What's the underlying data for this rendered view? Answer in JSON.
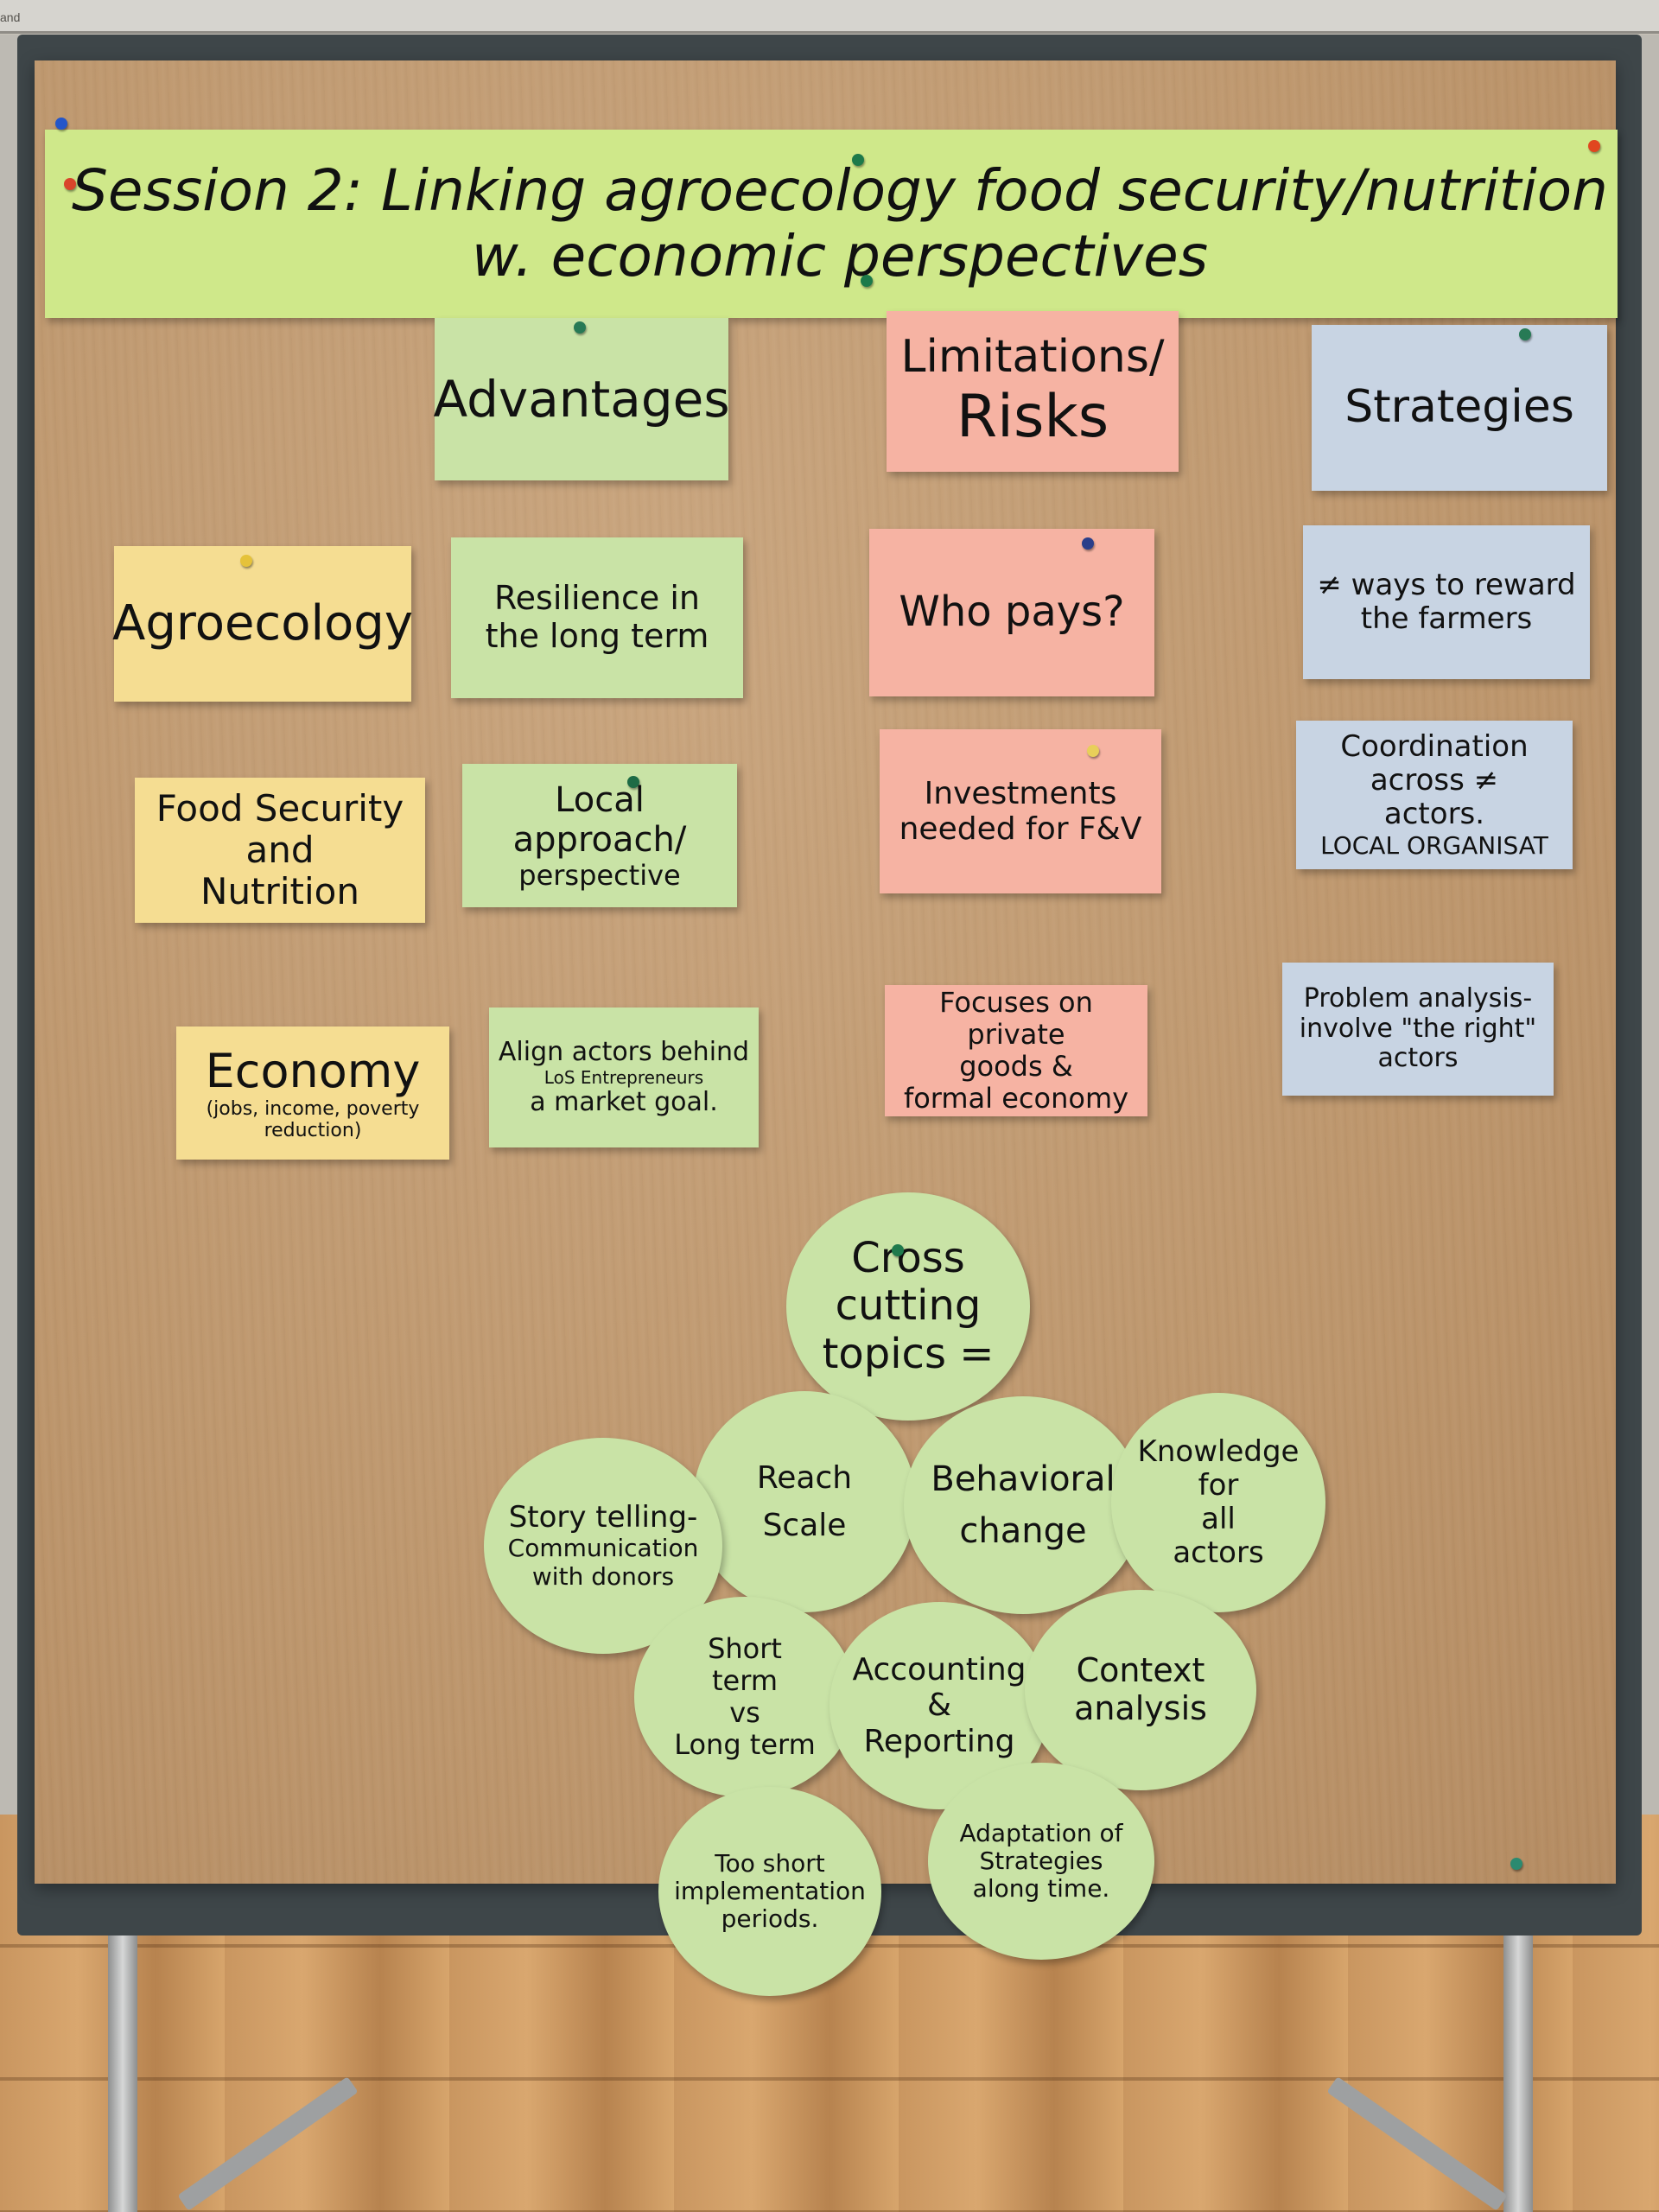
{
  "topbar": {
    "text": "and"
  },
  "title": "Session 2: Linking agroecology food security/nutrition w. economic perspectives",
  "headers": {
    "advantages": "Advantages",
    "limitations": [
      "Limitations/",
      "Risks"
    ],
    "strategies": "Strategies"
  },
  "rows": {
    "agroecology": "Agroecology",
    "food_security": [
      "Food Security",
      "and",
      "Nutrition"
    ],
    "economy": "Economy",
    "economy_sub": "(jobs, income, poverty reduction)"
  },
  "advantages": {
    "a1": [
      "Resilience in",
      "the long term"
    ],
    "a2": [
      "Local",
      "approach/",
      "perspective"
    ],
    "a3": [
      "Align actors behind",
      "LoS Entrepreneurs",
      "a market goal."
    ]
  },
  "limitations": {
    "l1": "Who pays?",
    "l2": [
      "Investments",
      "needed for F&V"
    ],
    "l3": [
      "Focuses on private",
      "goods &",
      "formal economy"
    ]
  },
  "strategies": {
    "s1": [
      "≠ ways to reward",
      "the farmers"
    ],
    "s2": [
      "Coordination",
      "across ≠",
      "actors.",
      "LOCAL ORGANISAT"
    ],
    "s3": [
      "Problem analysis-",
      "involve \"the right\"",
      "actors"
    ]
  },
  "circles": {
    "cross": [
      "Cross",
      "cutting",
      "topics ="
    ],
    "reach": [
      "Reach",
      "Scale"
    ],
    "behavioral": [
      "Behavioral",
      "change"
    ],
    "knowledge": [
      "Knowledge",
      "for",
      "all",
      "actors"
    ],
    "story": [
      "Story telling-",
      "Communication",
      "with donors"
    ],
    "short": [
      "Short",
      "term",
      "vs",
      "Long term"
    ],
    "accounting": [
      "Accounting",
      "&",
      "Reporting"
    ],
    "context": [
      "Context",
      "analysis"
    ],
    "implementation": [
      "Too short",
      "implementation",
      "periods."
    ],
    "adaptation": [
      "Adaptation of",
      "Strategies",
      "along time."
    ]
  },
  "colors": {
    "green": "#c9e3a6",
    "pink": "#f6b3a3",
    "blue": "#c8d4e3",
    "yellow": "#f5dd92",
    "lime": "#cfe88a",
    "kraft": "#bd966c"
  }
}
